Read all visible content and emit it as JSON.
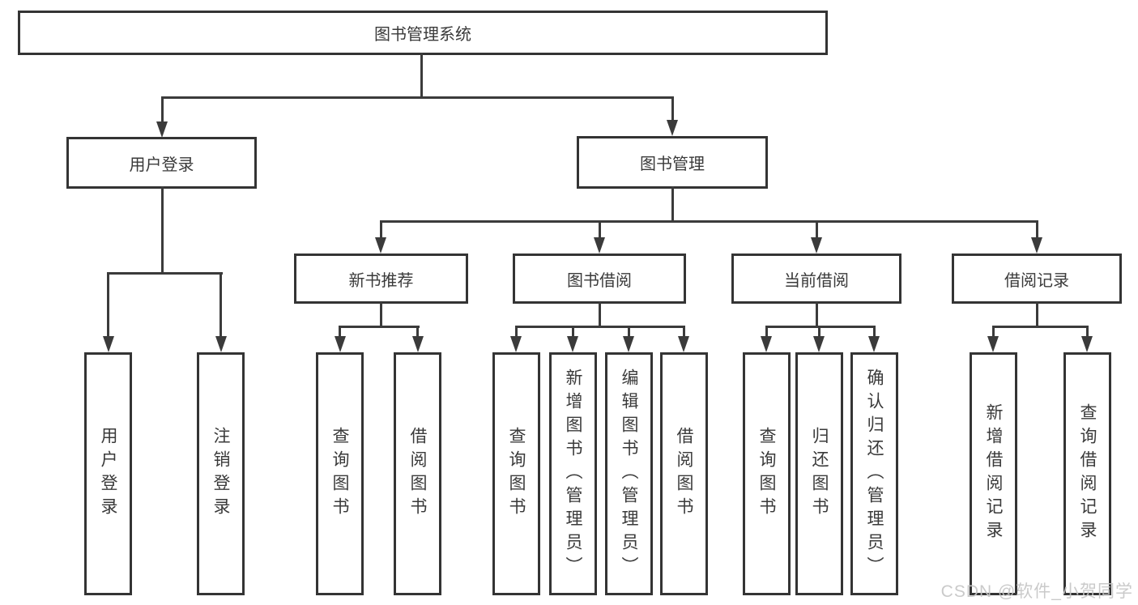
{
  "diagram": {
    "root": {
      "label": "图书管理系统"
    },
    "level2": [
      {
        "label": "用户登录"
      },
      {
        "label": "图书管理"
      }
    ],
    "level3": [
      {
        "label": "新书推荐"
      },
      {
        "label": "图书借阅"
      },
      {
        "label": "当前借阅"
      },
      {
        "label": "借阅记录"
      }
    ],
    "leaves": {
      "user_login": [
        "用户登录",
        "注销登录"
      ],
      "new_books": [
        "查询图书",
        "借阅图书"
      ],
      "book_borrow": [
        "查询图书",
        "新增图书（管理员）",
        "编辑图书（管理员）",
        "借阅图书"
      ],
      "current_borrow": [
        "查询图书",
        "归还图书",
        "确认归还（管理员）"
      ],
      "borrow_records": [
        "新增借阅记录",
        "查询借阅记录"
      ]
    }
  },
  "watermark": {
    "text": "CSDN @软件_小贺同学"
  },
  "colors": {
    "background": "#ffffff",
    "line": "#3b3b3b",
    "box_border": "#343434",
    "text": "#3a3a3a",
    "watermark": "#c6c6c6"
  }
}
